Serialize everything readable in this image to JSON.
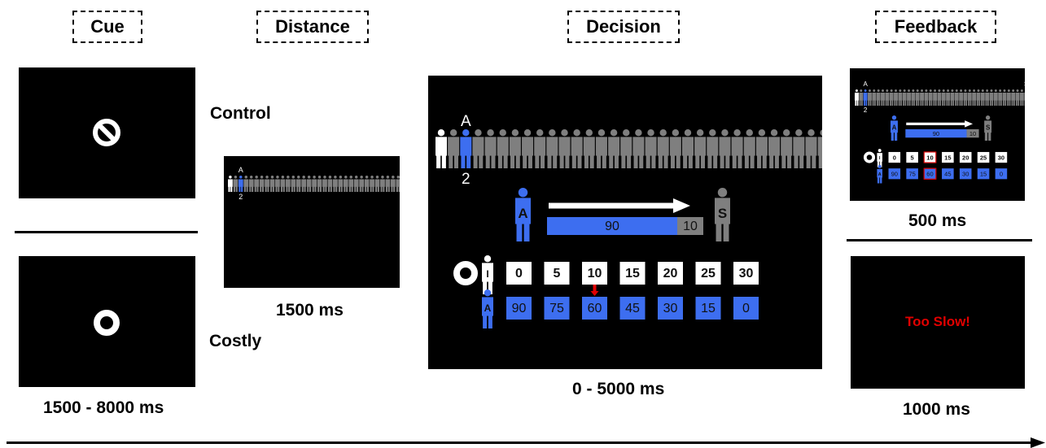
{
  "headers": {
    "cue": "Cue",
    "distance": "Distance",
    "decision": "Decision",
    "feedback": "Feedback"
  },
  "conditions": {
    "control": "Control",
    "costly": "Costly"
  },
  "timings": {
    "cue": "1500 - 8000 ms",
    "distance": "1500 ms",
    "decision": "0 - 5000 ms",
    "feedback": "500 ms",
    "too_slow": "1000 ms"
  },
  "queue": {
    "start_label": "A",
    "end_label": "S",
    "position": "2",
    "people_count": 40,
    "player_index": 2
  },
  "offer": {
    "player_letter": "A",
    "other_letter": "S",
    "player_share": "90",
    "other_share": "10"
  },
  "row_other": {
    "letter": "I",
    "values": [
      "0",
      "5",
      "10",
      "15",
      "20",
      "25",
      "30"
    ]
  },
  "row_player": {
    "letter": "A",
    "values": [
      "90",
      "75",
      "60",
      "45",
      "30",
      "15",
      "0"
    ]
  },
  "selected_index": 2,
  "too_slow_text": "Too Slow!",
  "colors": {
    "blue": "#3d6ef0",
    "gray": "#7f7f7f",
    "red": "#e00000"
  }
}
